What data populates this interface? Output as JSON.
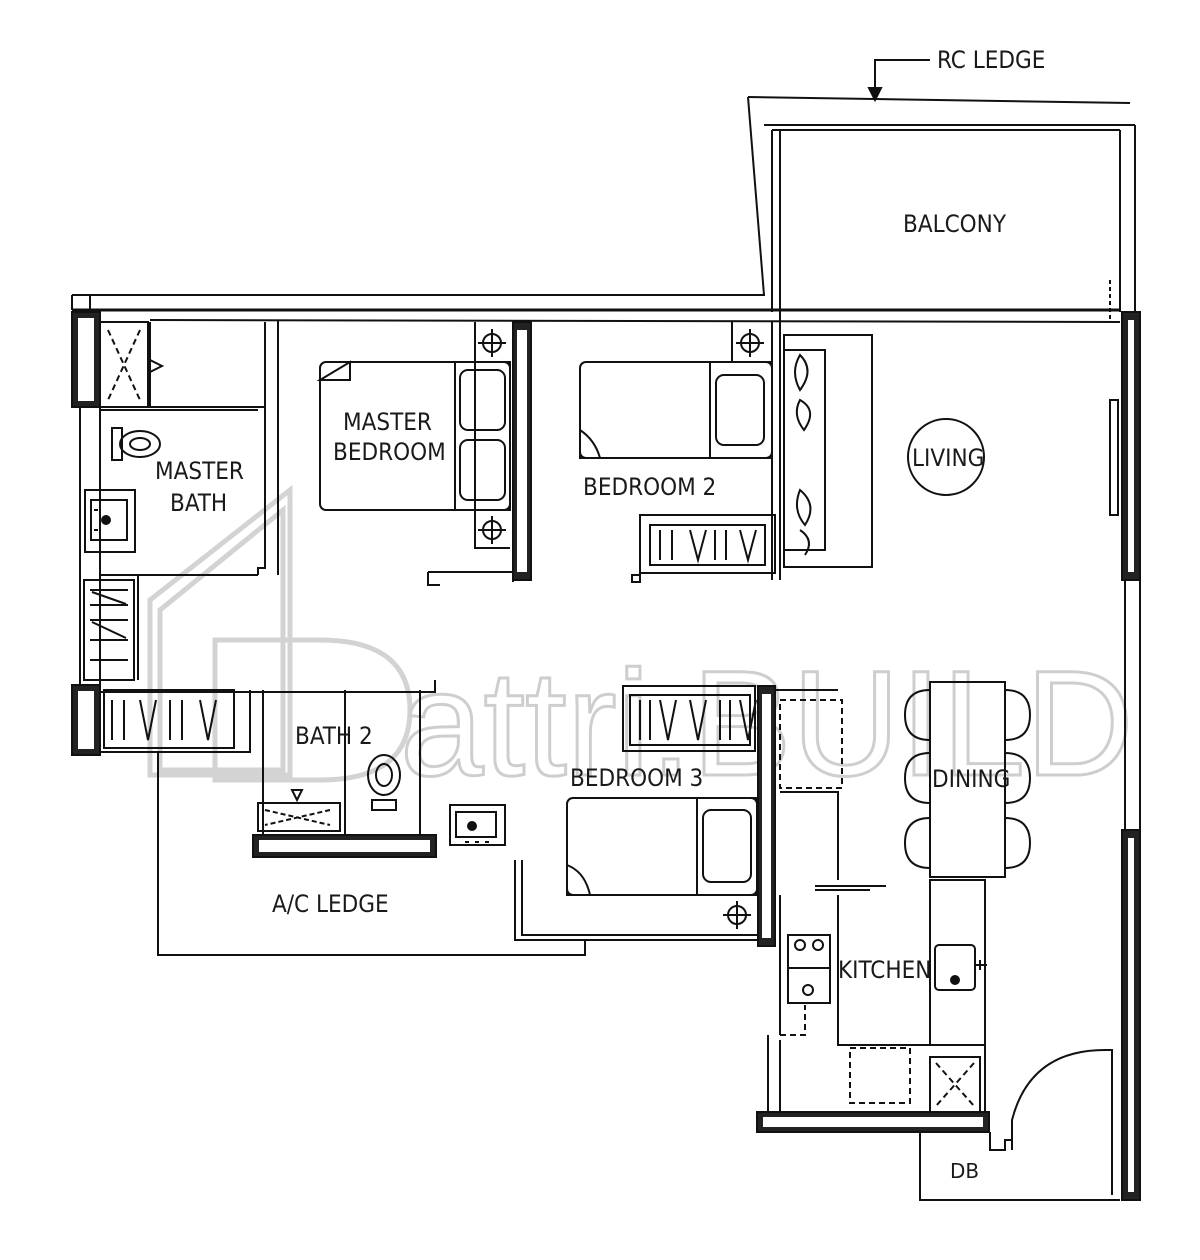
{
  "labels": {
    "rc_ledge": "RC LEDGE",
    "balcony": "BALCONY",
    "master_bedroom_1": "MASTER",
    "master_bedroom_2": "BEDROOM",
    "bedroom_2": "BEDROOM 2",
    "living": "LIVING",
    "master_bath_1": "MASTER",
    "master_bath_2": "BATH",
    "bath_2": "BATH 2",
    "bedroom_3": "BEDROOM 3",
    "dining": "DINING",
    "ac_ledge": "A/C LEDGE",
    "kitchen": "KITCHEN",
    "db": "DB"
  },
  "watermark": "attri.BUILD"
}
